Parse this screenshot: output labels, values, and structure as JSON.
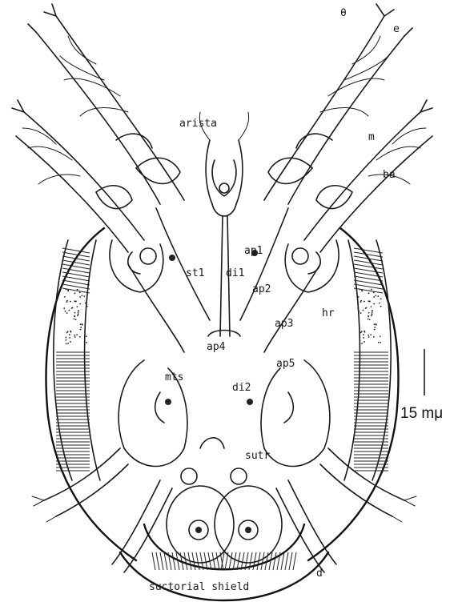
{
  "labels": {
    "arista": "arista",
    "theta": "θ",
    "e": "e",
    "m": "m",
    "ba": "ba",
    "ap1": "ap1",
    "st1": "st1",
    "di1": "di1",
    "ap2": "ap2",
    "ap3": "ap3",
    "hr": "hr",
    "ap4": "ap4",
    "ap5": "ap5",
    "mts": "mts",
    "di2": "di2",
    "sutr": "sutr",
    "shield": "suctorial shield",
    "d": "d"
  },
  "scale_bar": {
    "label": "15 mμ"
  }
}
